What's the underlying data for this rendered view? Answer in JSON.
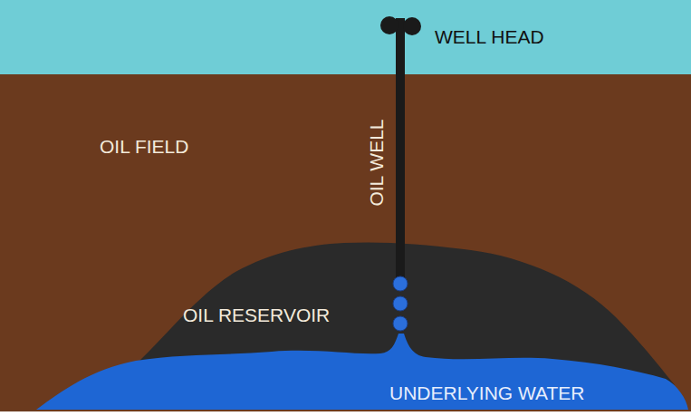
{
  "diagram": {
    "labels": [
      "WELL HEAD",
      "OIL FIELD",
      "OIL WELL",
      "OIL RESERVOIR",
      "UNDERLYING WATER"
    ]
  }
}
